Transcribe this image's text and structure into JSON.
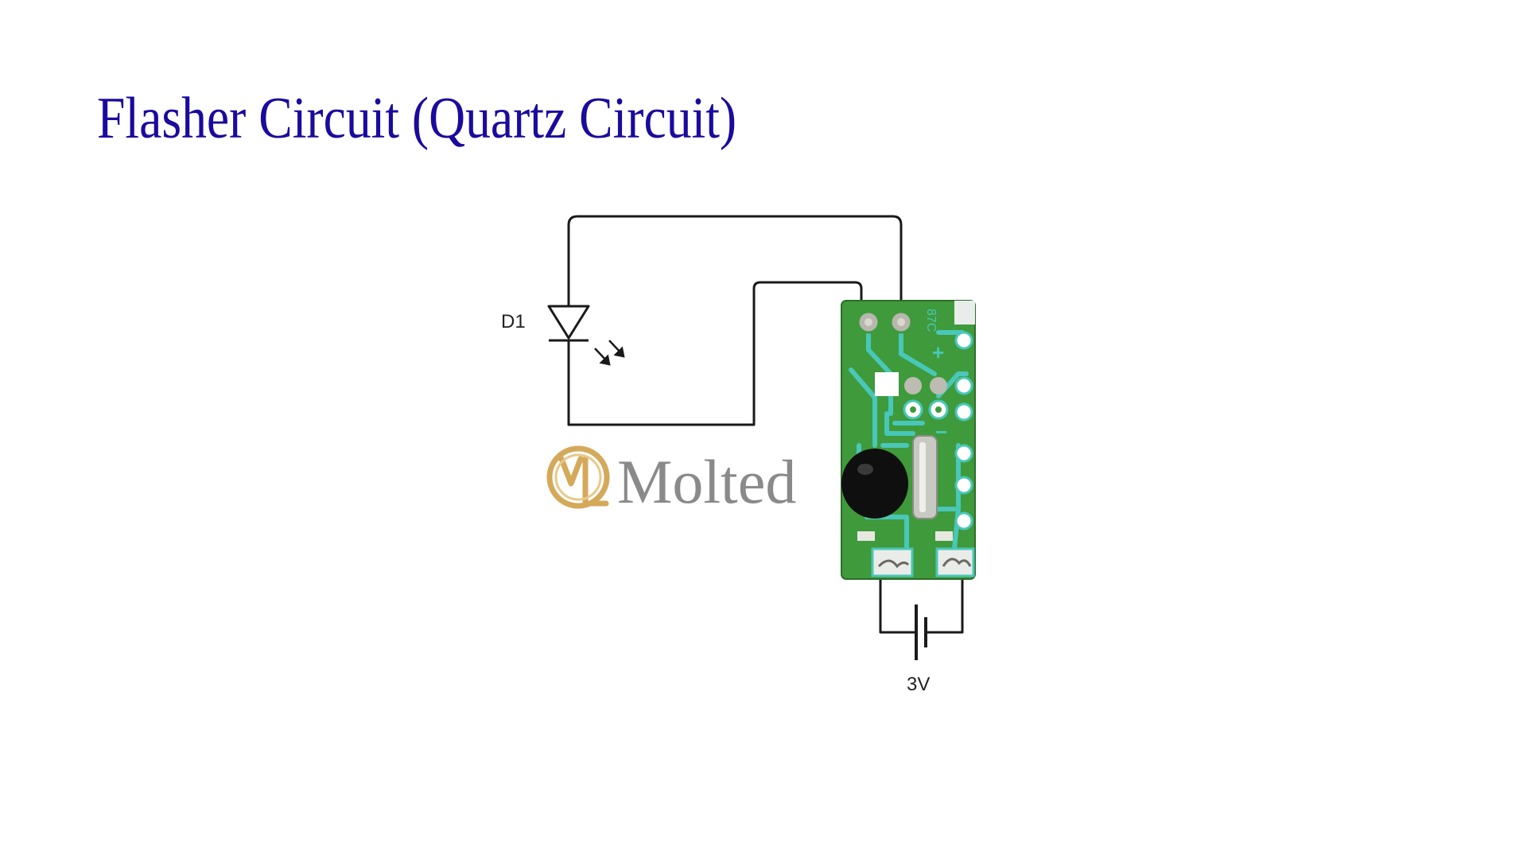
{
  "slide": {
    "title": "Flasher Circuit (Quartz Circuit)"
  },
  "diagram": {
    "led_label": "D1",
    "battery_label": "3V",
    "pcb": {
      "plus_mark": "+",
      "minus_mark": "−",
      "board_code": "87C"
    }
  },
  "watermark": {
    "text": "Molted"
  },
  "colors": {
    "title": "#1a0a9e",
    "wire": "#1a1a1a",
    "pcb_board": "#3f9a3c",
    "pcb_trace": "#49c7b8",
    "watermark_gold": "#d4a95a",
    "watermark_text": "#8a8a8a"
  }
}
